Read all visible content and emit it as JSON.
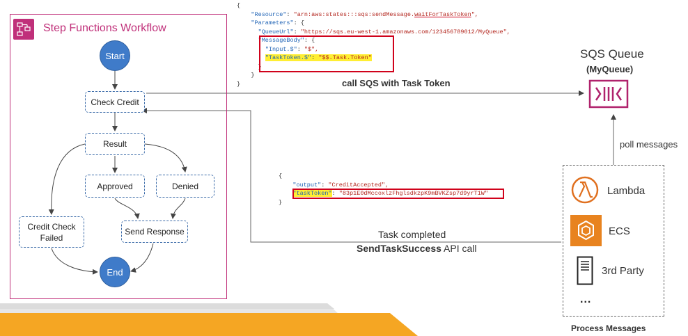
{
  "workflow": {
    "title": "Step Functions Workflow",
    "nodes": {
      "start": "Start",
      "check_credit": "Check Credit",
      "result": "Result",
      "approved": "Approved",
      "denied": "Denied",
      "credit_check_failed_line1": "Credit Check",
      "credit_check_failed_line2": "Failed",
      "send_response": "Send Response",
      "end": "End"
    }
  },
  "code_top": {
    "l1": "{",
    "resource_key": "\"Resource\"",
    "resource_prefix": "\"arn:aws:states:::sqs:sendMessage.",
    "resource_suffix": "waitForTaskToken",
    "resource_end": "\",",
    "parameters_key": "\"Parameters\"",
    "parameters_open": ": {",
    "queueurl_key": "\"QueueUrl\"",
    "queueurl_value": "\"https://sqs.eu-west-1.amazonaws.com/123456789012/MyQueue\",",
    "messagebody_key": "\"MessageBody\"",
    "messagebody_open": ": {",
    "input_key": "\"Input.$\"",
    "input_value": "\"$\",",
    "tasktoken_key": "\"TaskToken.$\"",
    "tasktoken_value": "\"$$.Task.Token\"",
    "close_inner": "}",
    "close_mid": "}",
    "close_outer": "}"
  },
  "code_bottom": {
    "open": "{",
    "output_key": "\"output\"",
    "output_value": "\"CreditAccepted\",",
    "tasktoken_key": "\"taskToken\"",
    "tasktoken_value": "\"83p1E0dMccoxlzFhglsdkzpK9mBVKZsp7d9yrT1W\"",
    "close": "}"
  },
  "labels": {
    "call_sqs": "call SQS with Task Token",
    "task_completed": "Task completed",
    "send_task_success_bold": "SendTaskSuccess",
    "send_task_success_rest": " API call",
    "poll_messages": "poll messages",
    "process_messages": "Process Messages"
  },
  "sqs": {
    "title": "SQS Queue",
    "subtitle": "(MyQueue)"
  },
  "services": {
    "lambda": "Lambda",
    "ecs": "ECS",
    "third_party": "3rd Party",
    "more": "..."
  },
  "colors": {
    "sqs": "#b0226c",
    "lambda": "#e0701f",
    "ecs": "#e8831f",
    "workflow": "#c0307a",
    "node_blue": "#3f7bc9",
    "highlight_red": "#d0021b"
  }
}
